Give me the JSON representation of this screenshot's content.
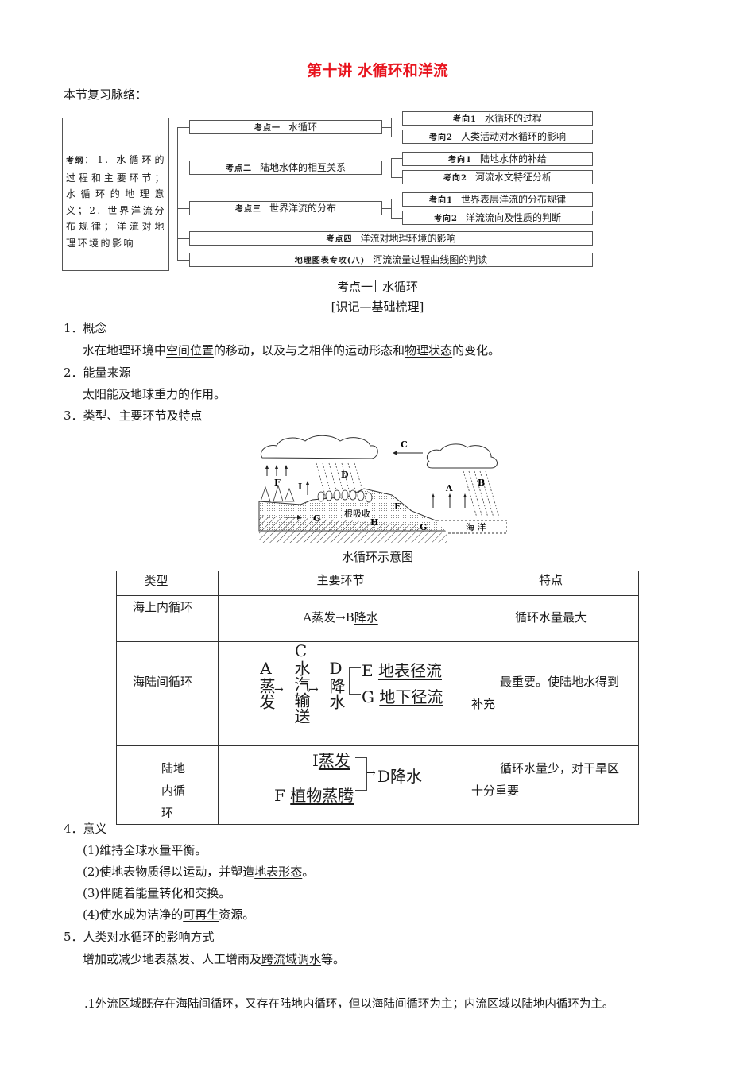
{
  "title": "第十讲  水循环和洋流",
  "intro_label": "本节复习脉络：",
  "outline": {
    "syllabus_key": "考纲",
    "syllabus_text": "：1. 水循环的过程和主要环节；水循环的地理意义；2. 世界洋流分布规律；洋流对地理环境的影响",
    "points": [
      {
        "key": "考点一",
        "label": "水循环",
        "directions": [
          {
            "key": "考向1",
            "label": "水循环的过程"
          },
          {
            "key": "考向2",
            "label": "人类活动对水循环的影响"
          }
        ]
      },
      {
        "key": "考点二",
        "label": "陆地水体的相互关系",
        "directions": [
          {
            "key": "考向1",
            "label": "陆地水体的补给"
          },
          {
            "key": "考向2",
            "label": "河流水文特征分析"
          }
        ]
      },
      {
        "key": "考点三",
        "label": "世界洋流的分布",
        "directions": [
          {
            "key": "考向1",
            "label": "世界表层洋流的分布规律"
          },
          {
            "key": "考向2",
            "label": "洋流流向及性质的判断"
          }
        ]
      },
      {
        "key": "考点四",
        "label": "洋流对地理环境的影响"
      },
      {
        "key": "地理图表专攻(八)",
        "label": "河流流量过程曲线图的判读"
      }
    ]
  },
  "section": {
    "heading_key": "考点一",
    "heading": "水循环",
    "subheading": "[识记—基础梳理]"
  },
  "items": {
    "i1_title": "1．概念",
    "i1_a": "水在地理环境中",
    "i1_u1": "空间位置",
    "i1_b": "的移动，以及与之相伴的运动形态和",
    "i1_u2": "物理状态",
    "i1_c": "的变化。",
    "i2_title": "2．能量来源",
    "i2_u": "太阳能",
    "i2_b": "及地球重力的作用。",
    "i3_title": "3．类型、主要环节及特点"
  },
  "figure": {
    "caption": "水循环示意图",
    "labels": {
      "A": "A",
      "B": "B",
      "C": "C",
      "D": "D",
      "E": "E",
      "F": "F",
      "G1": "G",
      "G2": "G",
      "H": "H",
      "I": "I",
      "root": "根吸收",
      "sea": "海    洋"
    }
  },
  "table": {
    "headers": [
      "类型",
      "主要环节",
      "特点"
    ],
    "rows": [
      {
        "type": "海上内循环",
        "process_a": "A蒸发",
        "process_b": "B",
        "process_u": "降水",
        "feature": "循环水量最大"
      },
      {
        "type": "海陆间循环",
        "feature": "最重要。使陆地水得到补充",
        "flow": {
          "A": "A",
          "A_txt": "蒸发",
          "C": "C",
          "C_txt": "水汽输送",
          "D": "D",
          "D_txt": "降水",
          "E": "E",
          "E_u": "地表径流",
          "G": "G",
          "G_u": "地下径流"
        }
      },
      {
        "type": "陆地内循环",
        "feature": "循环水量少，对干旱区十分重要",
        "flow": {
          "I": "I",
          "I_u": "蒸发",
          "F": "F",
          "F_u": "植物蒸腾",
          "D": "D降水"
        }
      }
    ]
  },
  "significance": {
    "title": "4．意义",
    "s1_a": "(1)维持全球水量",
    "s1_u": "平衡",
    "s1_b": "。",
    "s2_a": "(2)使地表物质得以运动，并塑造",
    "s2_u": "地表形态",
    "s2_b": "。",
    "s3_a": "(3)伴随着",
    "s3_u": "能量",
    "s3_b": "转化和交换。",
    "s4_a": "(4)使水成为洁净的",
    "s4_u": "可再生",
    "s4_b": "资源。"
  },
  "human": {
    "title": "5．人类对水循环的影响方式",
    "a": "增加或减少地表蒸发、人工增雨及",
    "u": "跨流域调水",
    "b": "等。"
  },
  "note": {
    "marker": "1",
    "text": "外流区域既存在海陆间循环，又存在陆地内循环，但以海陆间循环为主；内流区域以陆地内循环为主。"
  }
}
